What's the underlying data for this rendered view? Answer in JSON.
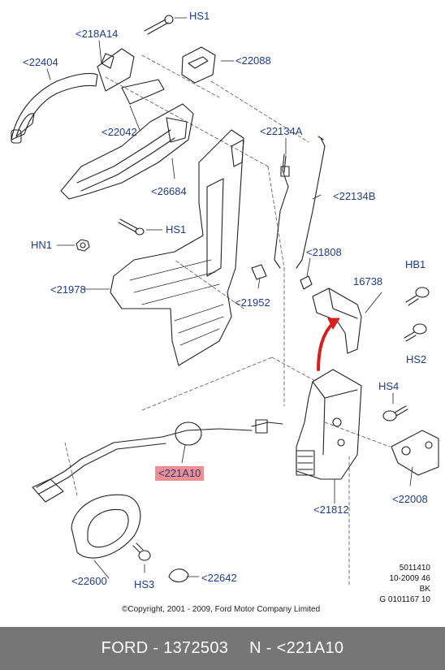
{
  "labels": {
    "hs1_top": "HS1",
    "l_218a14": "<218A14",
    "l_22404": "<22404",
    "l_22088": "<22088",
    "l_22042": "<22042",
    "l_26684": "<26684",
    "l_22134a": "<22134A",
    "l_22134b": "<22134B",
    "hs1_mid": "HS1",
    "hn1": "HN1",
    "l_21808": "<21808",
    "hb1": "HB1",
    "l_16738": "16738",
    "l_21978": "<21978",
    "l_21952": "<21952",
    "hs2": "HS2",
    "hs4": "HS4",
    "l_221a10": "<221A10",
    "l_21812": "<21812",
    "l_22008": "<22008",
    "l_22600": "<22600",
    "hs3": "HS3",
    "l_22642": "<22642"
  },
  "meta": {
    "line1": "5011410",
    "line2": "10-2009 46",
    "line3": "BK",
    "line4": "G 0101167 10"
  },
  "copyright": "©Copyright, 2001 - 2009, Ford Motor Company Limited",
  "footer": {
    "part": "FORD - 1372503",
    "ref": "N - <221A10"
  },
  "colors": {
    "label": "#1f3d8f",
    "highlight": "#f08f8f",
    "arrow": "#d62020",
    "footer_bg": "#767676"
  }
}
